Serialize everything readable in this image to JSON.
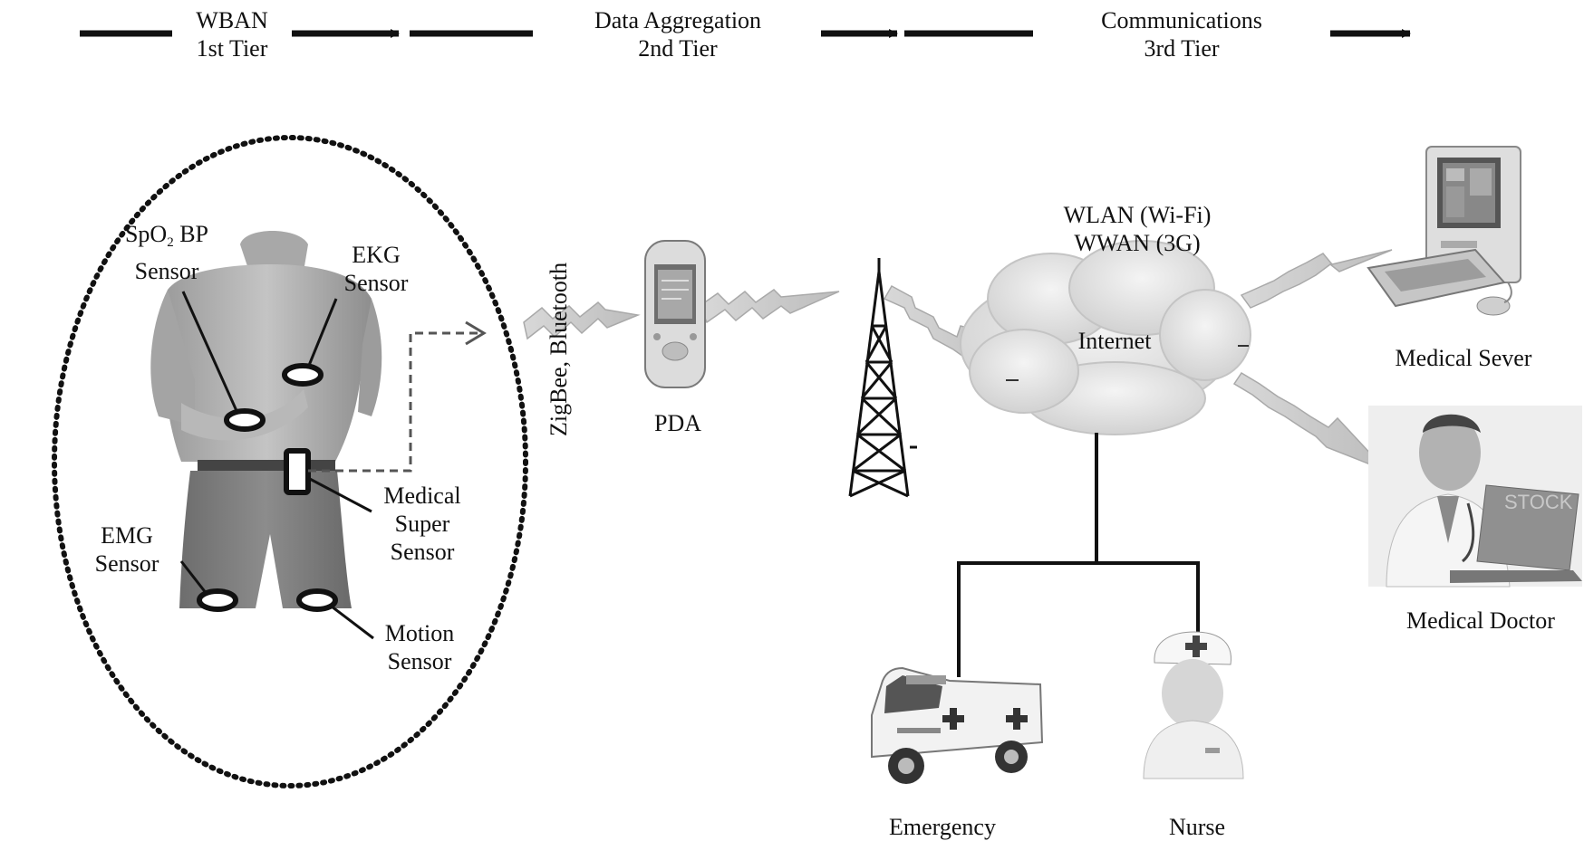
{
  "tiers": {
    "tier1": {
      "line1": "WBAN",
      "line2": "1st Tier"
    },
    "tier2": {
      "line1": "Data Aggregation",
      "line2": "2nd Tier"
    },
    "tier3": {
      "line1": "Communications",
      "line2": "3rd  Tier"
    }
  },
  "body_sensors": {
    "spo2_bp": {
      "prefix": "SpO",
      "subscript": "2",
      "suffix": " BP",
      "line2": "Sensor"
    },
    "ekg": {
      "line1": "EKG",
      "line2": "Sensor"
    },
    "medical_super": {
      "line1": "Medical",
      "line2": "Super",
      "line3": "Sensor"
    },
    "emg": {
      "line1": "EMG",
      "line2": "Sensor"
    },
    "motion": {
      "line1": "Motion",
      "line2": "Sensor"
    }
  },
  "links": {
    "short_range": "ZigBee, Bluetooth",
    "wlan": "WLAN (Wi-Fi)",
    "wwan": "WWAN (3G)",
    "internet": "Internet"
  },
  "nodes": {
    "pda": "PDA",
    "medical_server": "Medical Sever",
    "medical_doctor": "Medical Doctor",
    "emergency": "Emergency",
    "nurse": "Nurse"
  },
  "watermark": "STOCK"
}
